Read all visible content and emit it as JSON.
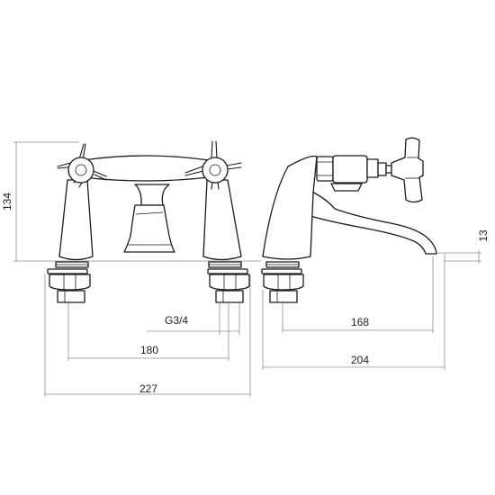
{
  "dimensions": {
    "height_total": "134",
    "width_centres": "180",
    "width_total": "227",
    "thread": "G3/4",
    "spout_reach": "168",
    "depth_total": "204",
    "spout_height": "13"
  }
}
